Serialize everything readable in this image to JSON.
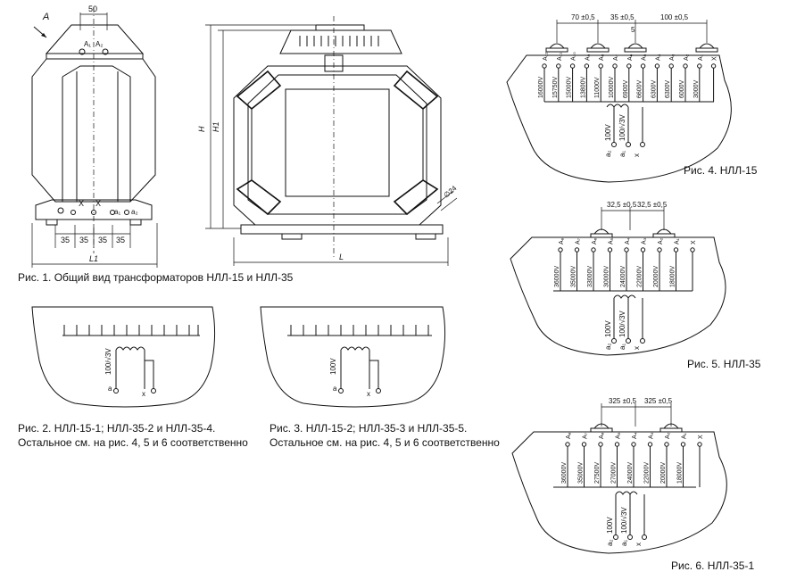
{
  "fig1": {
    "caption": "Рис. 1. Общий вид трансформаторов НЛЛ-15 и НЛЛ-35",
    "dim_top": "50",
    "view_label": "A",
    "terminal_a1": "A₁",
    "terminal_a2": "A₂",
    "bottom_terminals": [
      "X",
      "X",
      "a₁",
      "a₂"
    ],
    "spacings": [
      "35",
      "35",
      "35",
      "35"
    ],
    "dim_l1": "L1",
    "dim_l": "L",
    "dim_h": "H",
    "dim_h1": "H1",
    "dim_hole": "∅24"
  },
  "fig2": {
    "caption_line1": "Рис. 2. НЛЛ-15-1; НЛЛ-35-2 и НЛЛ-35-4.",
    "caption_line2": "Остальное см. на рис. 4, 5 и 6 соответственно",
    "voltage": "100/√3V",
    "term_a": "a",
    "term_x": "x"
  },
  "fig3": {
    "caption_line1": "Рис. 3. НЛЛ-15-2; НЛЛ-35-3 и НЛЛ-35-5.",
    "caption_line2": "Остальное см. на рис. 4, 5 и 6 соответственно",
    "voltage": "100V",
    "term_a": "a",
    "term_x": "x"
  },
  "fig4": {
    "caption": "Рис. 4. НЛЛ-15",
    "dims": [
      "70 ±0,5",
      "35 ±0,5",
      "5",
      "100 ±0,5"
    ],
    "taps": [
      "A₁₂",
      "A₁₁",
      "A₁₀",
      "A₉",
      "A₈",
      "A₇",
      "A₆",
      "A₅",
      "A₄",
      "A₃",
      "A₂",
      "A₁",
      "X"
    ],
    "voltages": [
      "16000V",
      "15750V",
      "15000V",
      "13800V",
      "11000V",
      "10000V",
      "6900V",
      "6600V",
      "6300V",
      "6300V",
      "6000V",
      "3000V"
    ],
    "sec_voltages": [
      "100V",
      "100/√3V"
    ],
    "sec_terms": [
      "a₂",
      "a₁",
      "x"
    ]
  },
  "fig5": {
    "caption": "Рис. 5. НЛЛ-35",
    "dims": [
      "32,5 ±0,5",
      "32,5 ±0,5"
    ],
    "taps": [
      "A₈",
      "A₇",
      "A₆",
      "A₅",
      "A₄",
      "A₃",
      "A₂",
      "A₁",
      "X"
    ],
    "voltages": [
      "36000V",
      "35000V",
      "33000V",
      "30000V",
      "24000V",
      "22000V",
      "20000V",
      "18000V"
    ],
    "sec_voltages": [
      "100V",
      "100/√3V"
    ],
    "sec_terms": [
      "a₂",
      "a₁",
      "x"
    ]
  },
  "fig6": {
    "caption": "Рис. 6. НЛЛ-35-1",
    "dims": [
      "325 ±0,5",
      "325 ±0,5"
    ],
    "taps": [
      "A₈",
      "A₇",
      "A₆",
      "A₅",
      "A₄",
      "A₃",
      "A₂",
      "A₁",
      "X"
    ],
    "voltages": [
      "36000V",
      "35000V",
      "27500V",
      "27000V",
      "24000V",
      "22000V",
      "20000V",
      "18000V"
    ],
    "sec_voltages": [
      "100V",
      "100/√3V"
    ],
    "sec_terms": [
      "a₂",
      "a₁",
      "x"
    ]
  }
}
